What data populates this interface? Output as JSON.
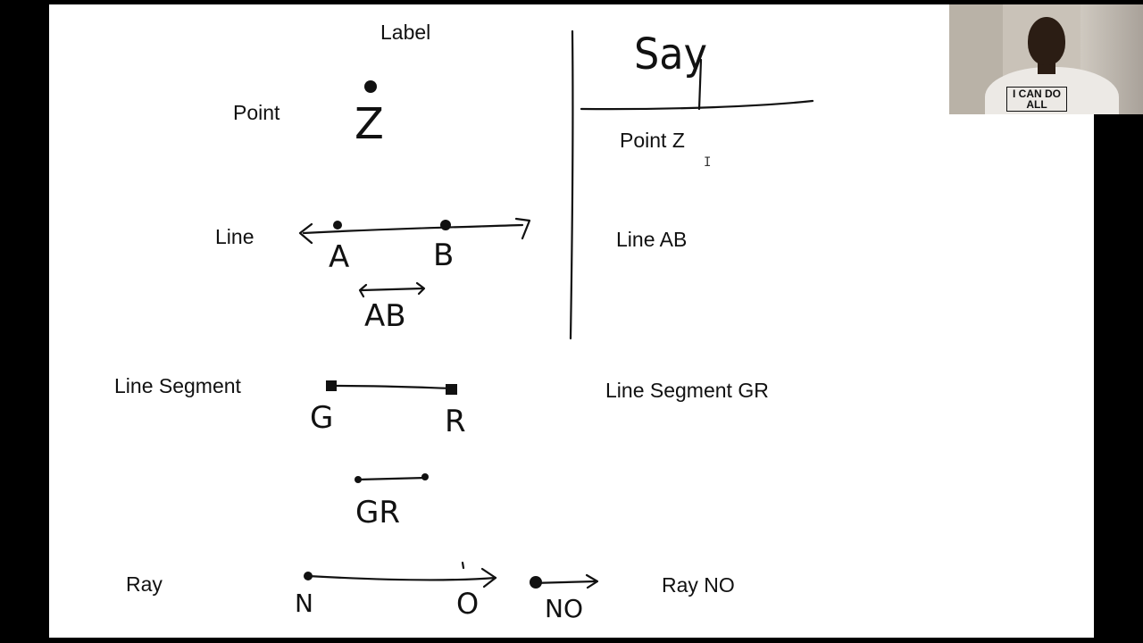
{
  "whiteboard": {
    "header": "Label",
    "terms": {
      "point": "Point",
      "line": "Line",
      "line_segment": "Line Segment",
      "ray": "Ray"
    },
    "say_labels": {
      "point": "Point Z",
      "line": "Line AB",
      "line_segment": "Line Segment GR",
      "ray": "Ray NO"
    },
    "handwriting": {
      "say_heading": "Say",
      "point_name": "Z",
      "line_points": [
        "A",
        "B"
      ],
      "line_notation": "AB",
      "segment_points": [
        "G",
        "R"
      ],
      "segment_notation": "GR",
      "ray_points": [
        "N",
        "O"
      ],
      "ray_notation": "NO"
    }
  },
  "webcam": {
    "shirt_text": "I CAN DO ALL"
  },
  "icons": {
    "cursor": "text-cursor-icon"
  },
  "colors": {
    "background": "#000000",
    "board": "#ffffff",
    "ink": "#111111"
  }
}
